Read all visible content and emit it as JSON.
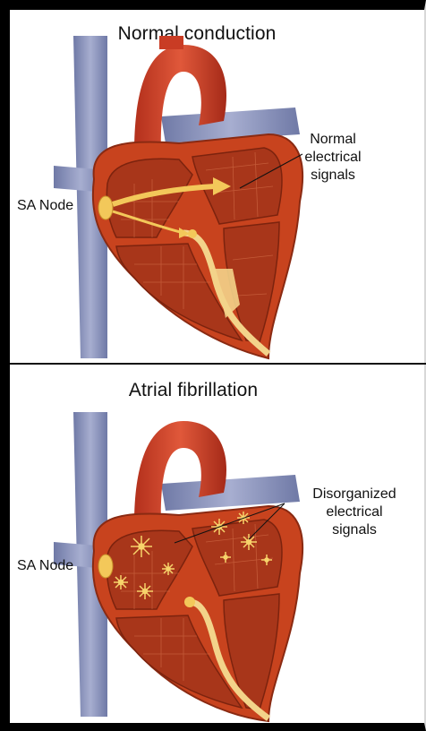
{
  "panels": [
    {
      "title": "Normal conduction",
      "node_label": "SA Node",
      "callout": [
        "Normal",
        "electrical",
        "signals"
      ]
    },
    {
      "title": "Atrial fibrillation",
      "node_label": "SA Node",
      "callout": [
        "Disorganized",
        "electrical",
        "signals"
      ]
    }
  ],
  "colors": {
    "myocardium": "#c8431e",
    "chamber": "#a8361a",
    "vessel": "#8791b8",
    "aorta": "#d0432a",
    "signal": "#f0c45a",
    "border": "#000000"
  }
}
